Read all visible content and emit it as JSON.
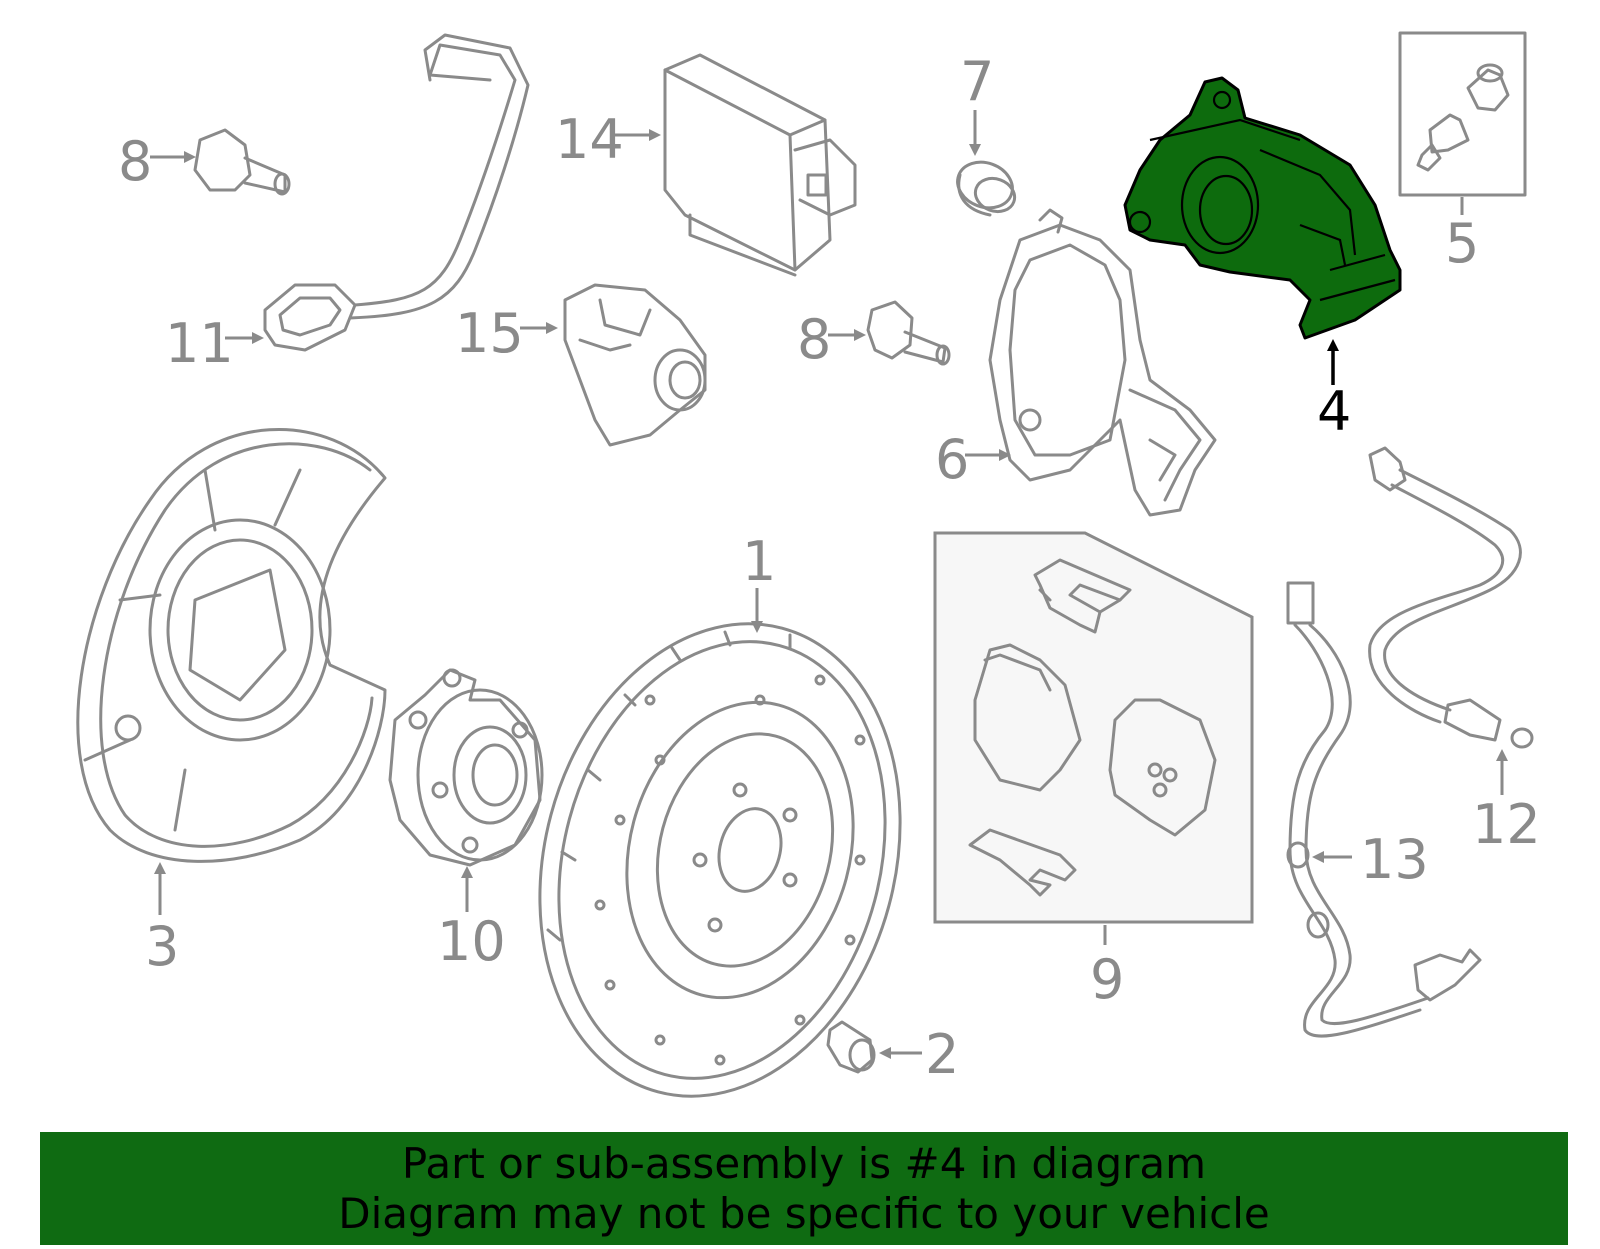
{
  "diagram": {
    "callouts": [
      {
        "id": "1",
        "text": "1",
        "highlighted": false
      },
      {
        "id": "2",
        "text": "2",
        "highlighted": false
      },
      {
        "id": "3",
        "text": "3",
        "highlighted": false
      },
      {
        "id": "4",
        "text": "4",
        "highlighted": true
      },
      {
        "id": "5",
        "text": "5",
        "highlighted": false
      },
      {
        "id": "6",
        "text": "6",
        "highlighted": false
      },
      {
        "id": "7",
        "text": "7",
        "highlighted": false
      },
      {
        "id": "8a",
        "text": "8",
        "highlighted": false
      },
      {
        "id": "8b",
        "text": "8",
        "highlighted": false
      },
      {
        "id": "9",
        "text": "9",
        "highlighted": false
      },
      {
        "id": "10",
        "text": "10",
        "highlighted": false
      },
      {
        "id": "11",
        "text": "11",
        "highlighted": false
      },
      {
        "id": "12",
        "text": "12",
        "highlighted": false
      },
      {
        "id": "13",
        "text": "13",
        "highlighted": false
      },
      {
        "id": "14",
        "text": "14",
        "highlighted": false
      },
      {
        "id": "15",
        "text": "15",
        "highlighted": false
      }
    ],
    "colors": {
      "line": "#8a8a8a",
      "highlight_fill": "#0d6b0d",
      "highlight_stroke": "#000000",
      "banner": "#0f6b12"
    }
  },
  "banner": {
    "line1": "Part or sub-assembly is #4 in diagram",
    "line2": "Diagram may not be specific to your vehicle"
  }
}
